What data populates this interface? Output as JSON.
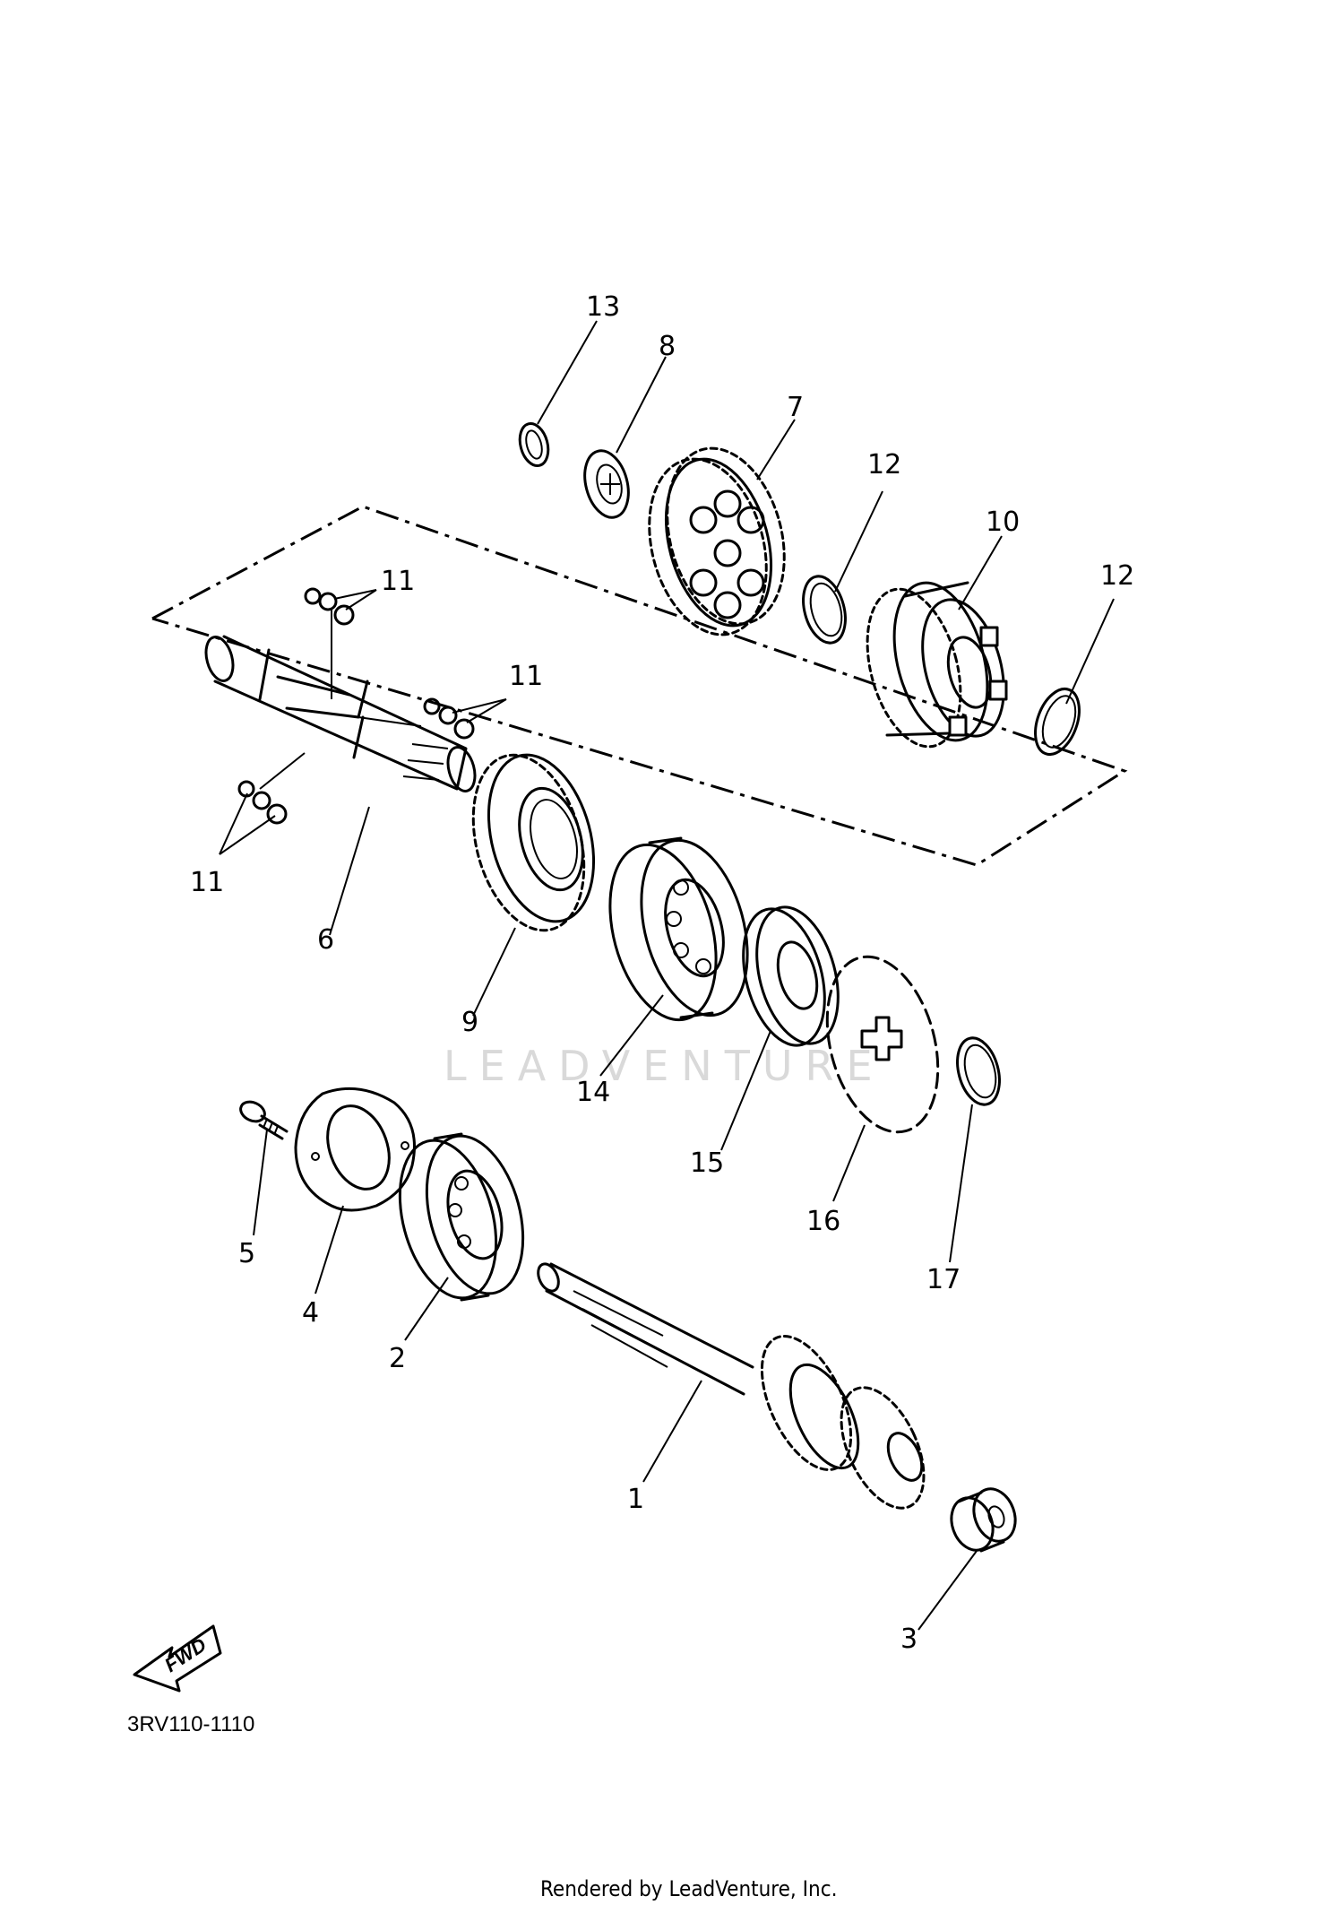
{
  "diagram": {
    "code": "3RV110-1110",
    "footer": "Rendered by LeadVenture, Inc.",
    "watermark": "LEADVENTURE",
    "fwd_label": "FWD"
  },
  "callouts": [
    {
      "id": "13",
      "label": "13"
    },
    {
      "id": "8",
      "label": "8"
    },
    {
      "id": "7",
      "label": "7"
    },
    {
      "id": "12a",
      "label": "12"
    },
    {
      "id": "10",
      "label": "10"
    },
    {
      "id": "12b",
      "label": "12"
    },
    {
      "id": "11a",
      "label": "11"
    },
    {
      "id": "11b",
      "label": "11"
    },
    {
      "id": "11c",
      "label": "11"
    },
    {
      "id": "6",
      "label": "6"
    },
    {
      "id": "9",
      "label": "9"
    },
    {
      "id": "14",
      "label": "14"
    },
    {
      "id": "15",
      "label": "15"
    },
    {
      "id": "16",
      "label": "16"
    },
    {
      "id": "17",
      "label": "17"
    },
    {
      "id": "5",
      "label": "5"
    },
    {
      "id": "4",
      "label": "4"
    },
    {
      "id": "2",
      "label": "2"
    },
    {
      "id": "1",
      "label": "1"
    },
    {
      "id": "3",
      "label": "3"
    }
  ]
}
